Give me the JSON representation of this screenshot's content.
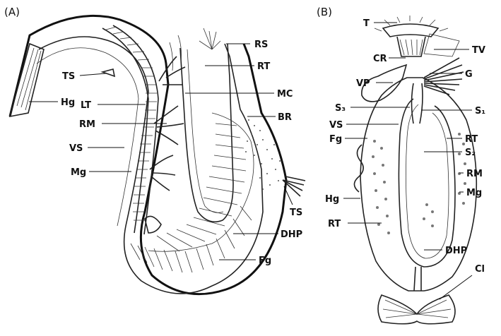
{
  "panels": {
    "a": {
      "title": "(A)",
      "labels": {
        "hg": "Hg",
        "ts1": "TS",
        "lt": "LT",
        "rm": "RM",
        "vs": "VS",
        "mg": "Mg",
        "rs": "RS",
        "rt": "RT",
        "mc": "MC",
        "br": "BR",
        "ts2": "TS",
        "dhp": "DHP",
        "fg": "Fg"
      }
    },
    "b": {
      "title": "(B)",
      "labels": {
        "t": "T",
        "cr": "CR",
        "tv": "TV",
        "vp": "VP",
        "g": "G",
        "s3": "S₃",
        "s1": "S₁",
        "vs": "VS",
        "fg": "Fg",
        "rt1": "RT",
        "s2": "S₂",
        "rm": "RM",
        "hg": "Hg",
        "mg": "Mg",
        "rt2": "RT",
        "dhp": "DHP",
        "cl": "Cl"
      }
    }
  }
}
